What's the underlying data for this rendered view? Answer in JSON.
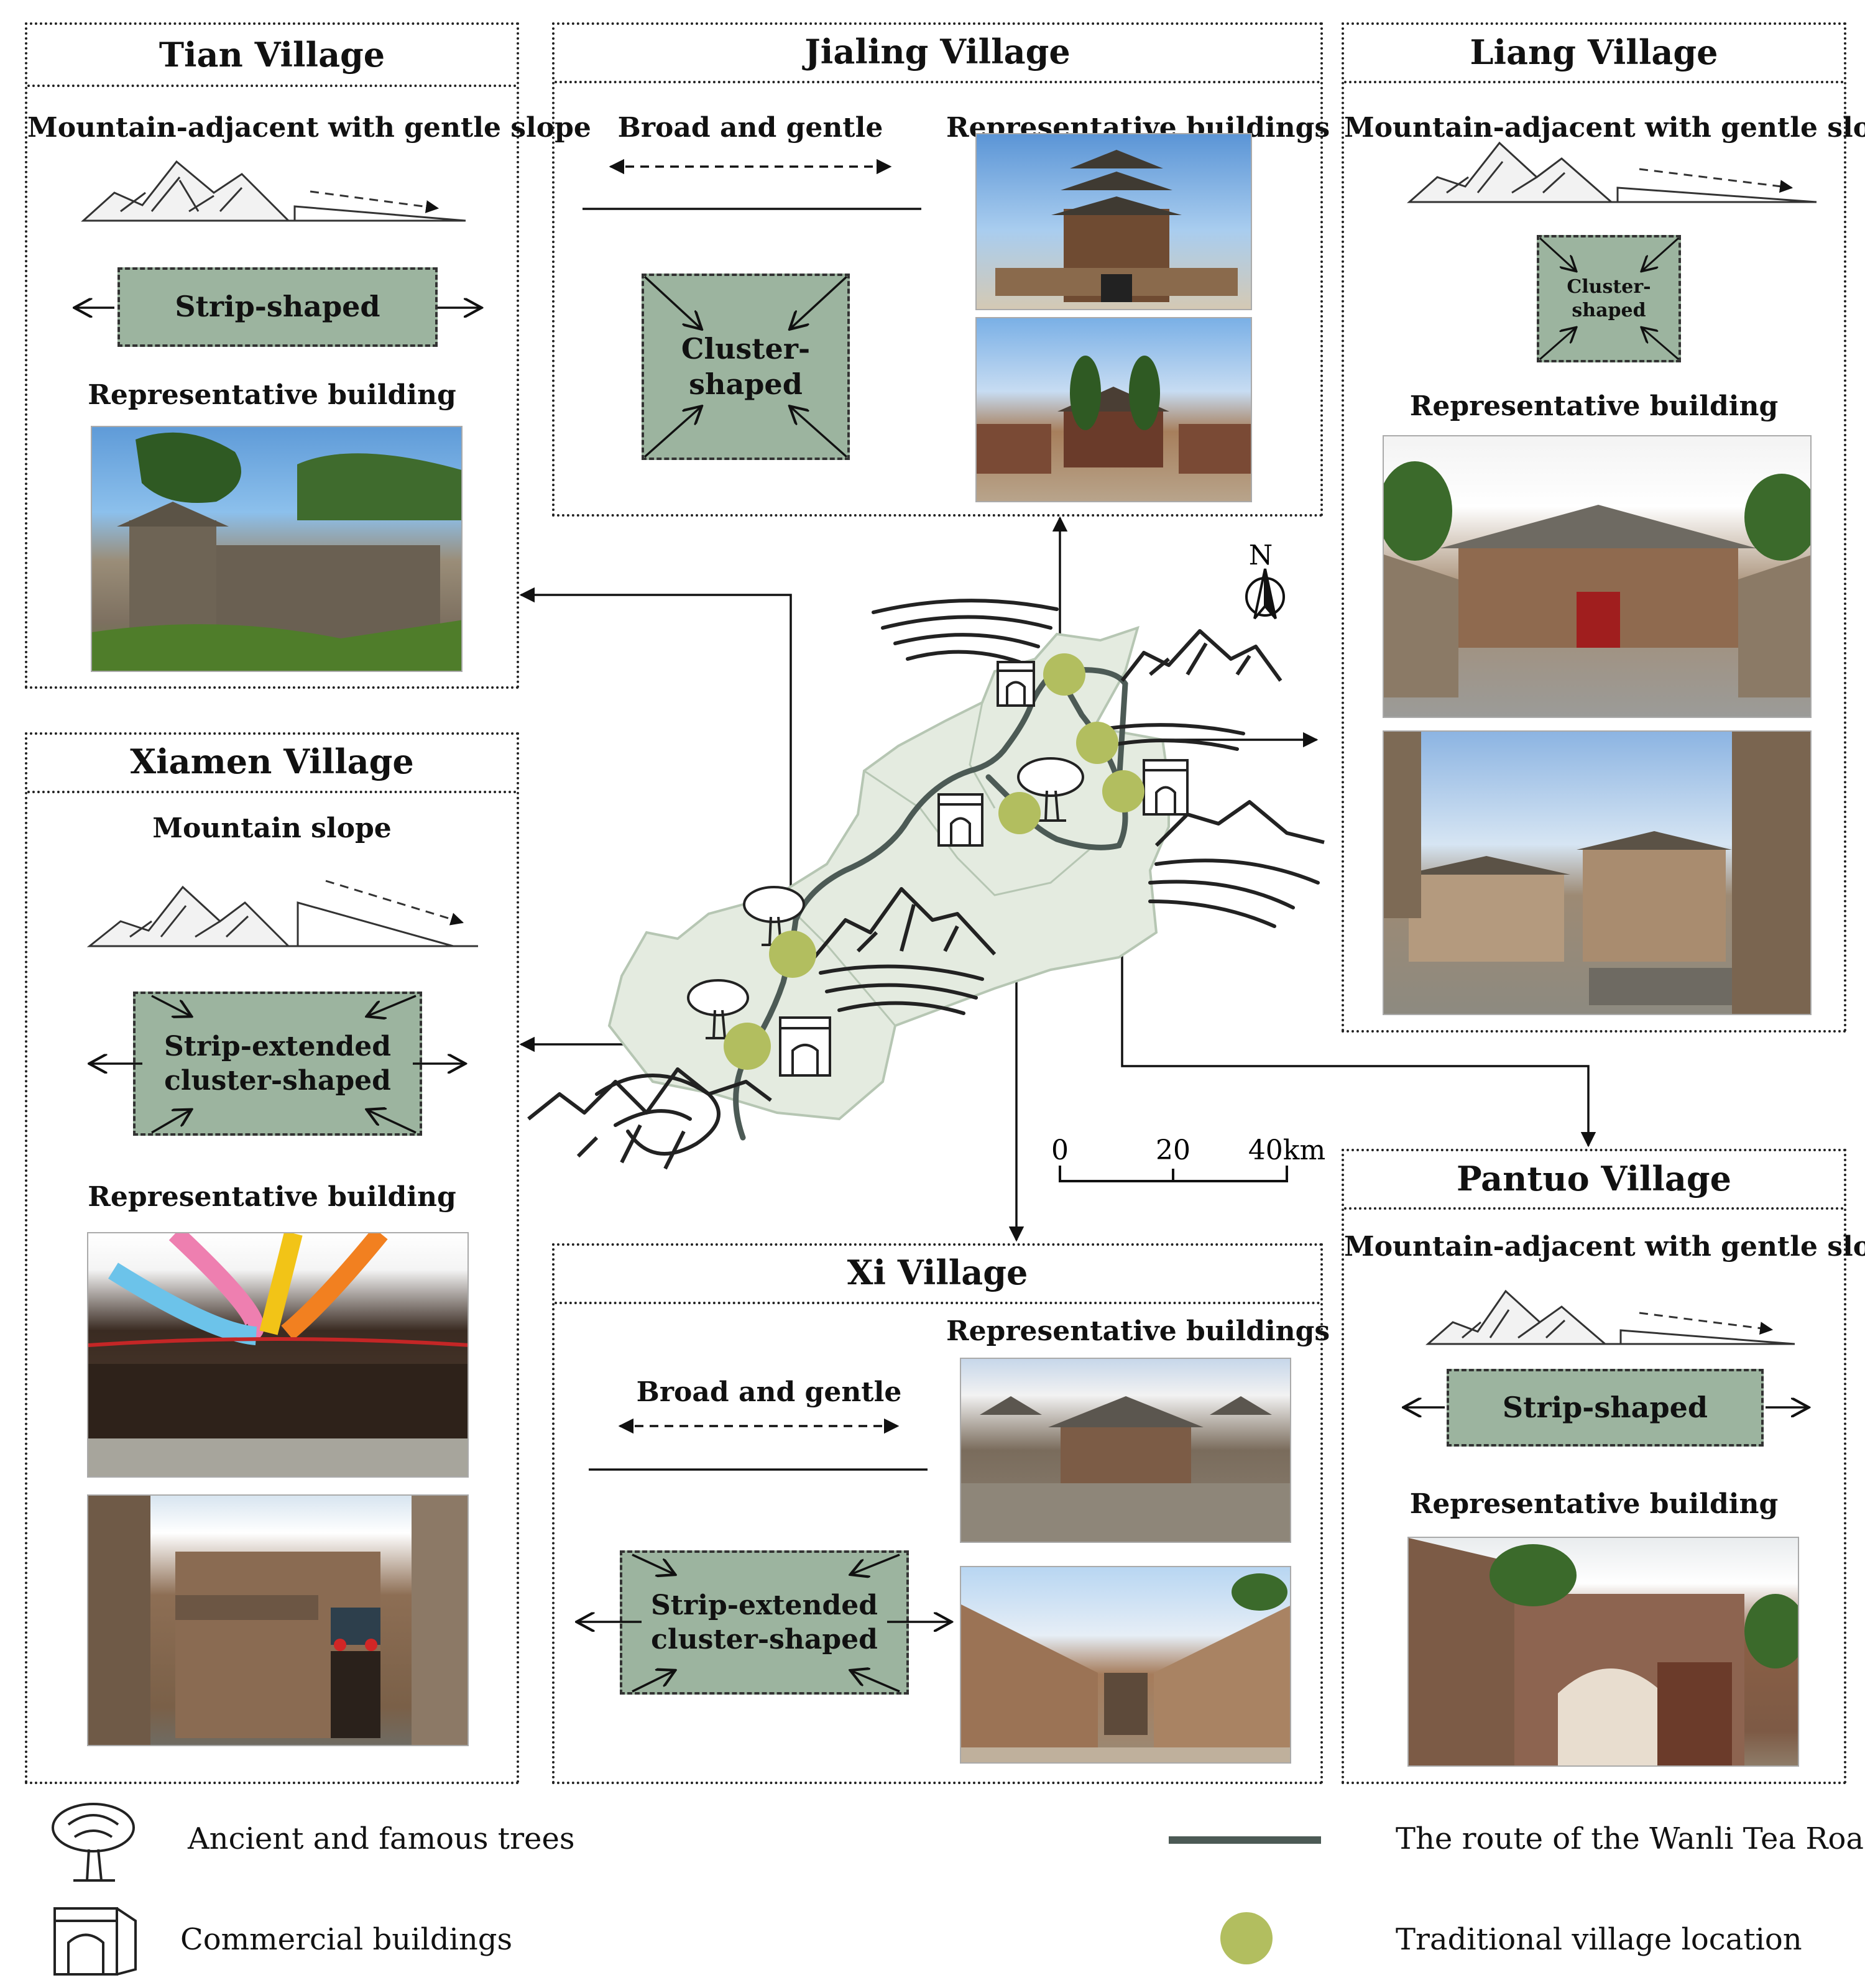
{
  "colors": {
    "pattern_fill": "#9cb49f",
    "village_dot": "#b2be5f",
    "route_line": "#4c5a55",
    "region_fill": "#e4ebe0"
  },
  "villages": {
    "tian": {
      "title": "Tian Village",
      "terrain": "Mountain-adjacent with gentle slope",
      "pattern": "Strip-shaped",
      "building_label": "Representative building"
    },
    "jialing": {
      "title": "Jialing Village",
      "terrain": "Broad and gentle",
      "pattern": "Cluster-shaped",
      "building_label": "Representative buildings"
    },
    "liang": {
      "title": "Liang Village",
      "terrain": "Mountain-adjacent with gentle slope",
      "pattern": "Cluster-shaped",
      "building_label": "Representative building"
    },
    "xiamen": {
      "title": "Xiamen Village",
      "terrain": "Mountain slope",
      "pattern_line1": "Strip-extended",
      "pattern_line2": "cluster-shaped",
      "building_label": "Representative building"
    },
    "xi": {
      "title": "Xi Village",
      "terrain": "Broad and gentle",
      "pattern_line1": "Strip-extended",
      "pattern_line2": "cluster-shaped",
      "building_label": "Representative buildings"
    },
    "pantuo": {
      "title": "Pantuo Village",
      "terrain": "Mountain-adjacent with gentle slope",
      "pattern": "Strip-shaped",
      "building_label": "Representative building"
    }
  },
  "map": {
    "north_label": "N",
    "scale": {
      "tick0": "0",
      "tick1": "20",
      "tick2": "40km"
    }
  },
  "legend": {
    "trees": "Ancient and famous trees",
    "commercial": "Commercial buildings",
    "route": "The route of the Wanli Tea Road",
    "village": "Traditional village location"
  }
}
